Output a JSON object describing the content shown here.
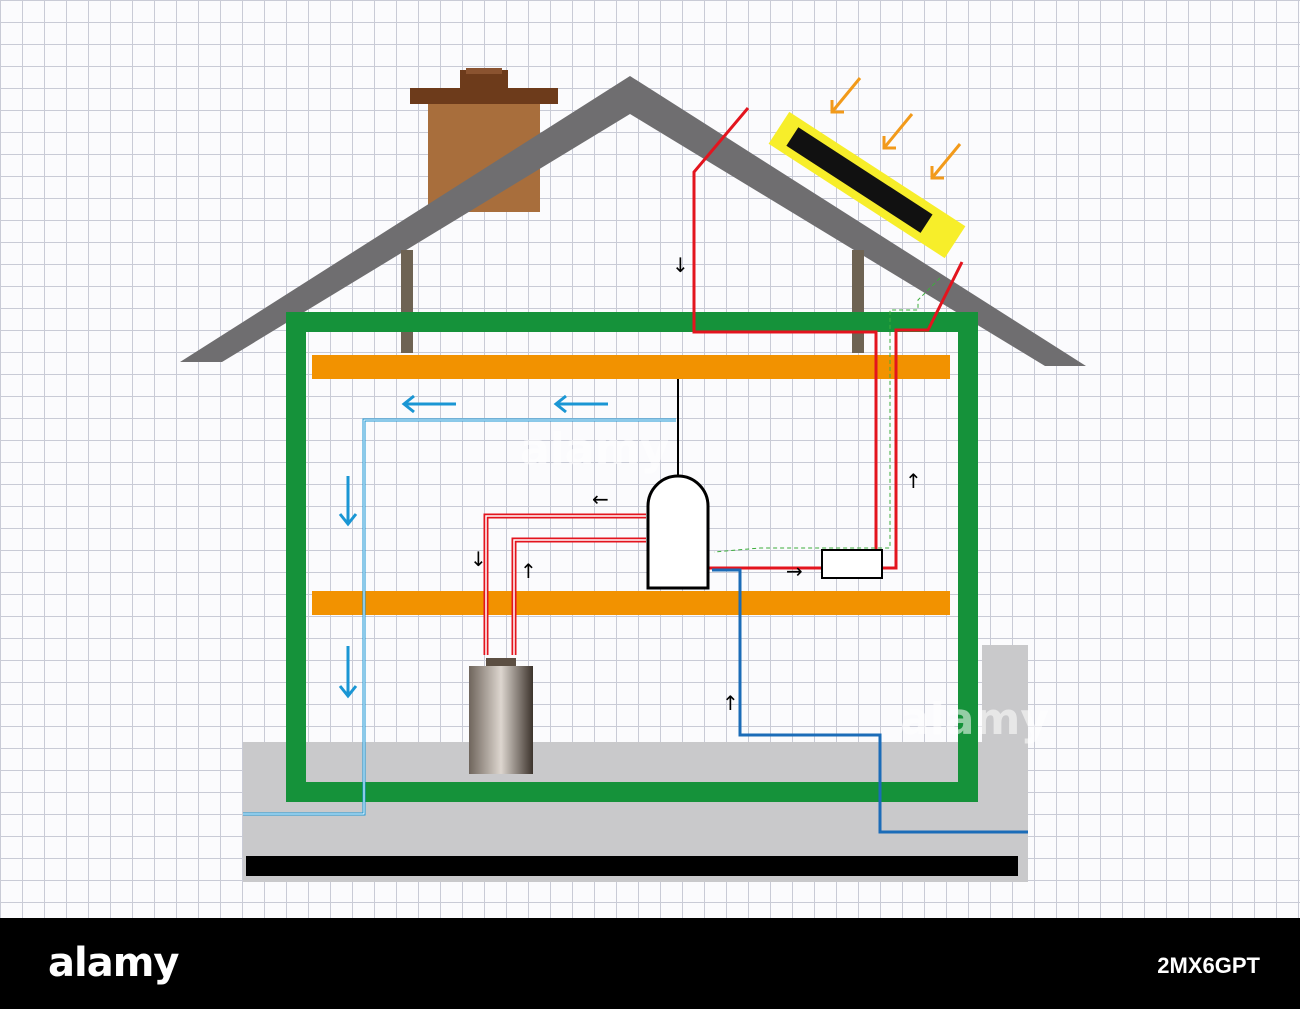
{
  "footer": {
    "brand": "alamy",
    "reference": "2MX6GPT"
  },
  "watermark": {
    "text": "alamy"
  },
  "flow_arrows": {
    "down": "↓",
    "up": "↑",
    "left": "←",
    "right": "→"
  },
  "colors": {
    "roof": "#6f6e70",
    "walls": "#15923a",
    "floors": "#f29200",
    "hot_pipe": "#e3141e",
    "cold_pipe": "#1a96d4",
    "mains_pipe": "#1b6cb8",
    "solar_frame": "#f7ee2a",
    "solar_panel": "#111111",
    "sun_rays": "#f29a1a",
    "chimney": "#a86e3c",
    "ground": "#c9c9cb"
  }
}
